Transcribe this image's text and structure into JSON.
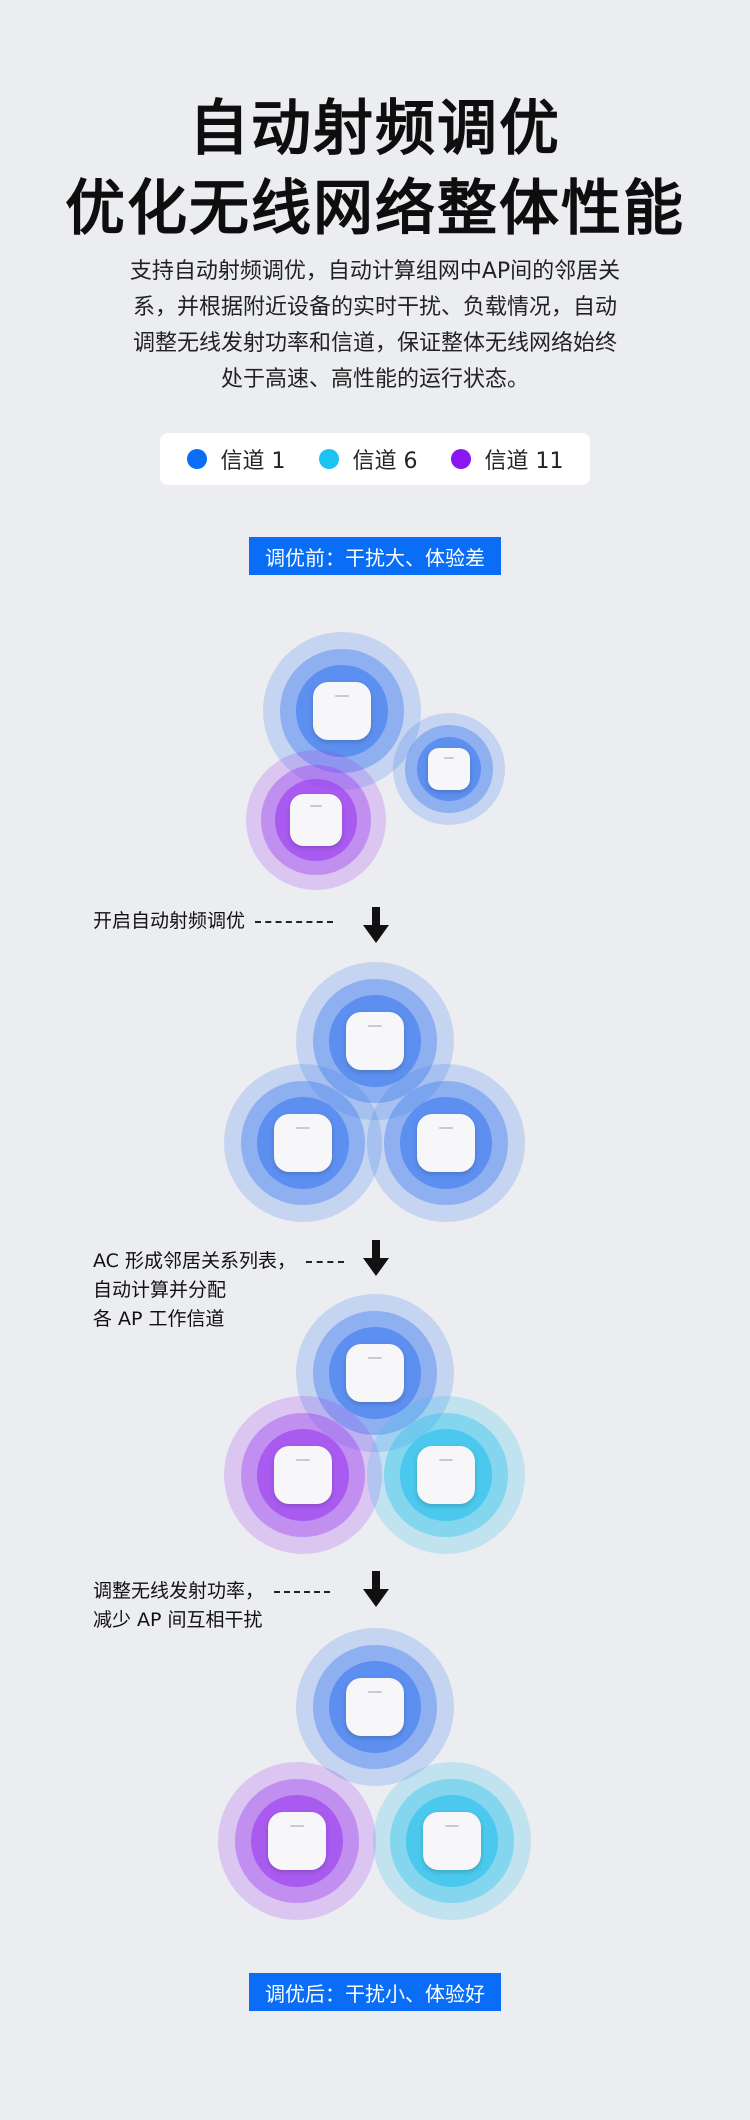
{
  "title": {
    "line1": "自动射频调优",
    "line2": "优化无线网络整体性能"
  },
  "description": {
    "lines": [
      "支持自动射频调优，自动计算组网中AP间的邻居关",
      "系，并根据附近设备的实时干扰、负载情况，自动",
      "调整无线发射功率和信道，保证整体无线网络始终",
      "处于高速、高性能的运行状态。"
    ]
  },
  "legend": [
    {
      "label": "信道 1",
      "color": "#0a6df5"
    },
    {
      "label": "信道 6",
      "color": "#1cc3f0"
    },
    {
      "label": "信道 11",
      "color": "#8a16f0"
    }
  ],
  "badge_before": "调优前：干扰大、体验差",
  "badge_after": "调优后：干扰小、体验好",
  "steps": [
    {
      "lines": [
        "开启自动射频调优"
      ]
    },
    {
      "lines": [
        "AC 形成邻居关系列表，",
        "自动计算并分配",
        "各 AP 工作信道"
      ]
    },
    {
      "lines": [
        "调整无线发射功率，",
        "减少 AP 间互相干扰"
      ]
    }
  ],
  "channel_colors": {
    "ch1": "#3d7bef",
    "ch6": "#27c0ec",
    "ch11": "#9b3cf0"
  }
}
